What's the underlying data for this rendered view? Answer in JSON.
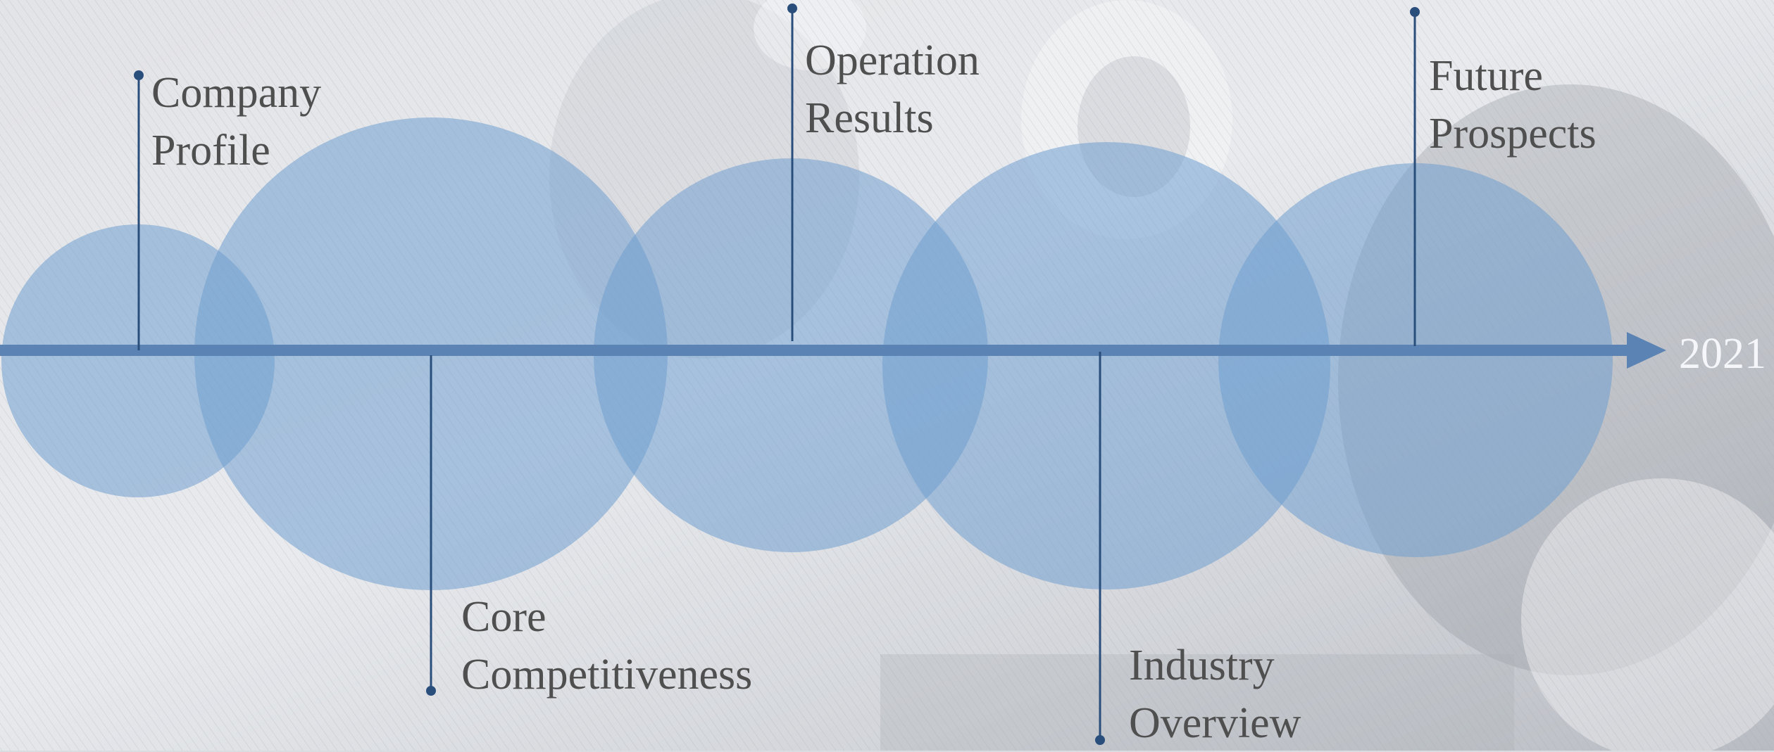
{
  "colors": {
    "circle_fill": "#6f9ed0",
    "axis": "#5b84b4",
    "connector": "#2a4e7c",
    "label_text": "#4f4f4f",
    "year_text": "#f4f6fa"
  },
  "timeline": {
    "end_label": "2021",
    "milestones": [
      {
        "line1": "Company",
        "line2": "Profile",
        "side": "above"
      },
      {
        "line1": "Core",
        "line2": "Competitiveness",
        "side": "below"
      },
      {
        "line1": "Operation",
        "line2": "Results",
        "side": "above"
      },
      {
        "line1": "Industry",
        "line2": "Overview",
        "side": "below"
      },
      {
        "line1": "Future",
        "line2": "Prospects",
        "side": "above"
      }
    ]
  }
}
